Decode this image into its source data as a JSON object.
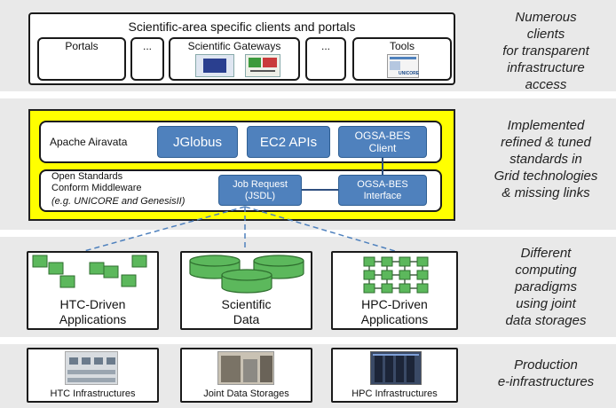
{
  "tier1": {
    "title": "Scientific-area specific clients and portals",
    "portals": "Portals",
    "ellipsis1": "...",
    "gateways": "Scientific Gateways",
    "ellipsis2": "...",
    "tools": "Tools",
    "tools_logo": "UNICORE",
    "side": "Numerous\nclients\nfor transparent\ninfrastructure\naccess"
  },
  "tier2": {
    "airavata": "Apache Airavata",
    "jglobus": "JGlobus",
    "ec2": "EC2 APIs",
    "bes_client": "OGSA-BES\nClient",
    "middleware": "Open Standards\nConform Middleware",
    "middleware_eg": "(e.g. UNICORE and GenesisII)",
    "job_request": "Job Request\n(JSDL)",
    "bes_interface": "OGSA-BES\nInterface",
    "side": "Implemented\nrefined & tuned\nstandards in\nGrid technologies\n& missing links"
  },
  "tier3": {
    "htc": "HTC-Driven\nApplications",
    "data": "Scientific\nData",
    "hpc": "HPC-Driven\nApplications",
    "side": "Different\ncomputing\nparadigms\nusing joint\ndata storages"
  },
  "tier4": {
    "htc_infra": "HTC Infrastructures",
    "storage": "Joint Data Storages",
    "hpc_infra": "HPC Infrastructures",
    "side": "Production\ne-infrastructures"
  },
  "colors": {
    "accent_blue": "#4f81bd",
    "green": "#5cb85c",
    "yellow": "#ffff00",
    "band": "#e9e9e9"
  }
}
